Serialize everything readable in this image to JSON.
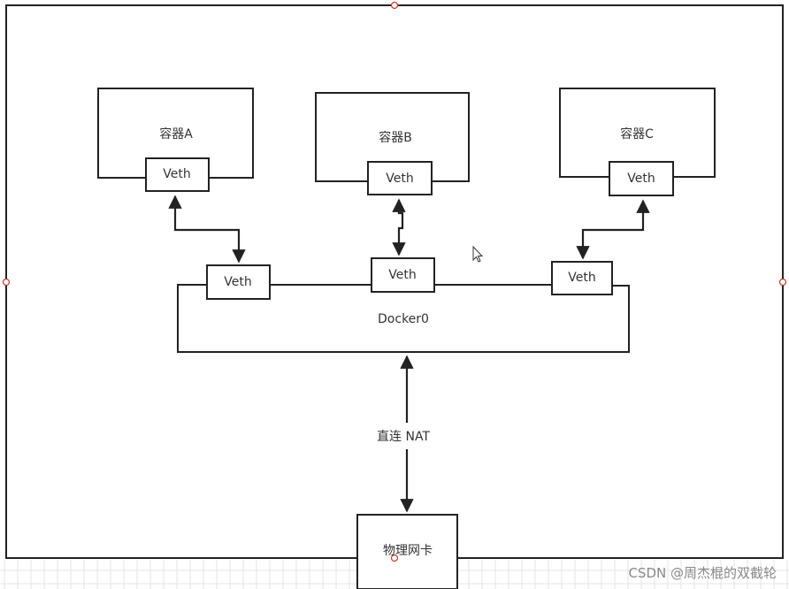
{
  "containers": [
    {
      "name": "容器A",
      "veth": "Veth"
    },
    {
      "name": "容器B",
      "veth": "Veth"
    },
    {
      "name": "容器C",
      "veth": "Veth"
    }
  ],
  "bridge": {
    "name": "Docker0",
    "veths": [
      "Veth",
      "Veth",
      "Veth"
    ]
  },
  "link_label": "直连 NAT",
  "nic_label": "物理网卡",
  "watermark": "CSDN @周杰棍的双截轮",
  "colors": {
    "line": "#222222",
    "grid": "#e6e6e6",
    "handle": "#c0392b"
  }
}
